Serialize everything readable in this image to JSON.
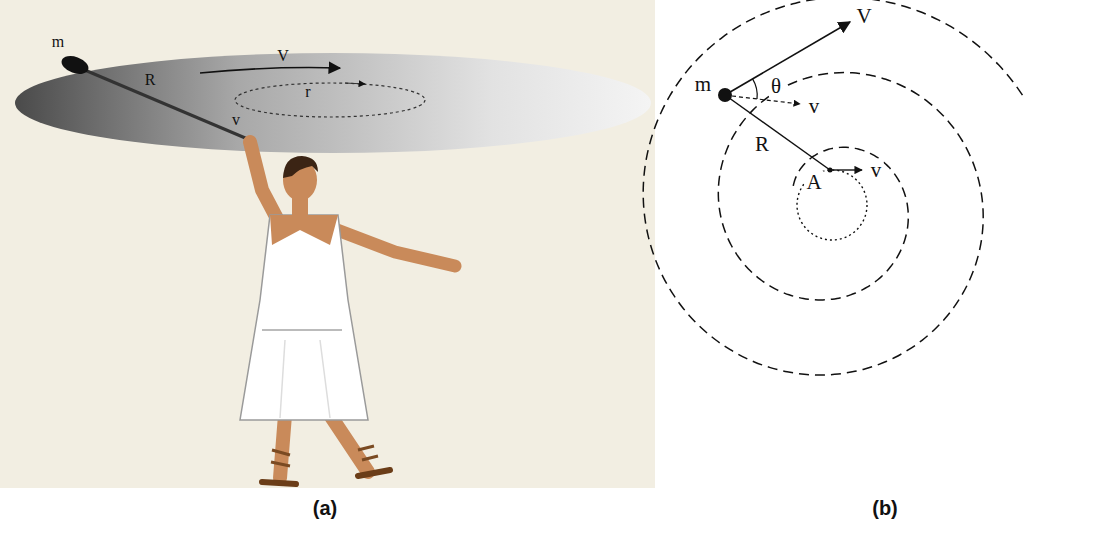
{
  "diagram": {
    "labels": [
      "m",
      "V",
      "R",
      "r",
      "v",
      "V",
      "m",
      "θ",
      "v",
      "R",
      "A",
      "v",
      "(a)",
      "(b)"
    ]
  }
}
